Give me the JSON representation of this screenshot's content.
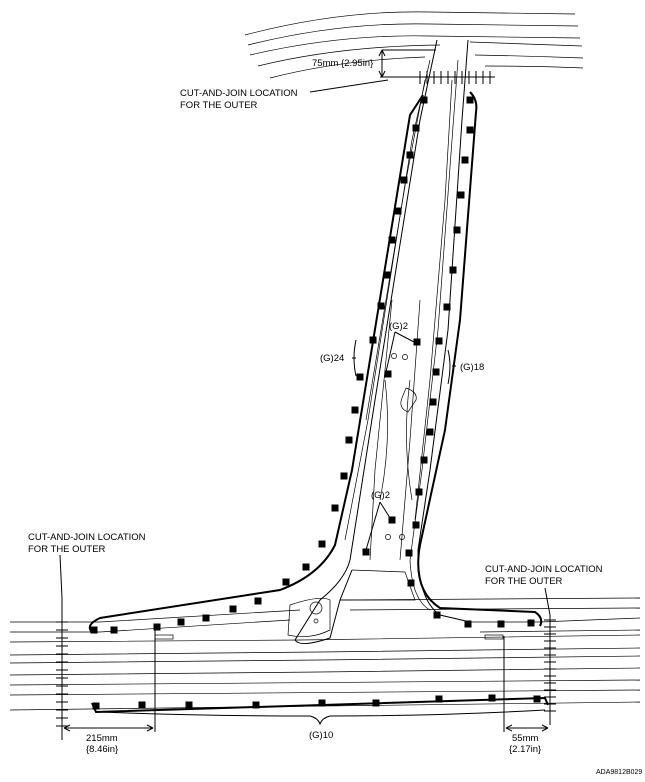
{
  "labels": {
    "cut_top": "CUT-AND-JOIN LOCATION\nFOR THE OUTER",
    "cut_left": "CUT-AND-JOIN LOCATION\nFOR THE OUTER",
    "cut_right": "CUT-AND-JOIN LOCATION\nFOR THE OUTER",
    "dim_top": "75mm {2.95in}",
    "dim_left_mm": "215mm",
    "dim_left_in": "{8.46in}",
    "dim_right_mm": "55mm",
    "dim_right_in": "{2.17in}",
    "weld_left_pillar": "(G)24",
    "weld_right_pillar": "(G)18",
    "weld_upper_center": "(G)2",
    "weld_lower_center": "(G)2",
    "weld_bottom": "(G)10",
    "figure_code": "ADA9812B029"
  }
}
